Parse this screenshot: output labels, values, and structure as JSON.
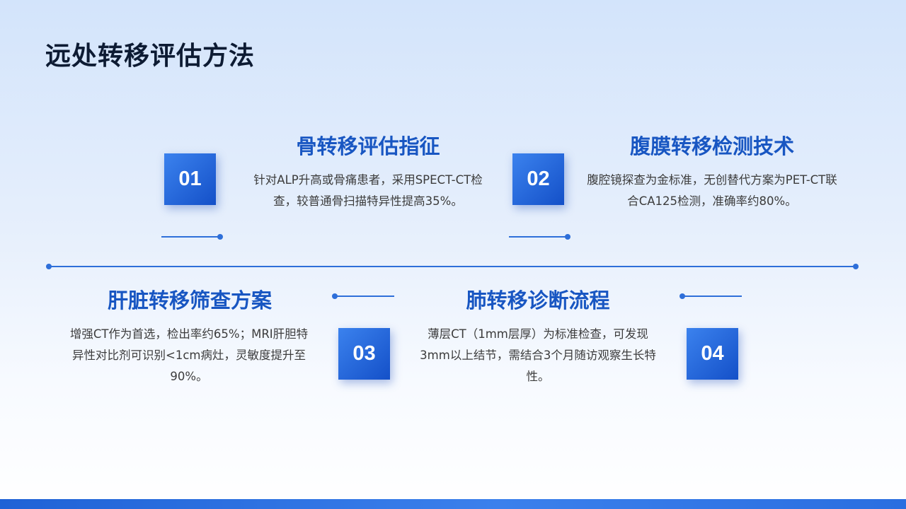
{
  "page": {
    "title": "远处转移评估方法"
  },
  "items": [
    {
      "number": "01",
      "title": "骨转移评估指征",
      "desc": "针对ALP升高或骨痛患者，采用SPECT-CT检查，较普通骨扫描特异性提高35%。"
    },
    {
      "number": "02",
      "title": "腹膜转移检测技术",
      "desc": "腹腔镜探查为金标准，无创替代方案为PET-CT联合CA125检测，准确率约80%。"
    },
    {
      "number": "03",
      "title": "肝脏转移筛查方案",
      "desc": "增强CT作为首选，检出率约65%；MRI肝胆特异性对比剂可识别<1cm病灶，灵敏度提升至90%。"
    },
    {
      "number": "04",
      "title": "肺转移诊断流程",
      "desc": "薄层CT（1mm层厚）为标准检查，可发现3mm以上结节，需结合3个月随访观察生长特性。"
    }
  ],
  "colors": {
    "accent": "#1856c2",
    "box": "#1f5fd6",
    "line": "#2e6fd9"
  }
}
